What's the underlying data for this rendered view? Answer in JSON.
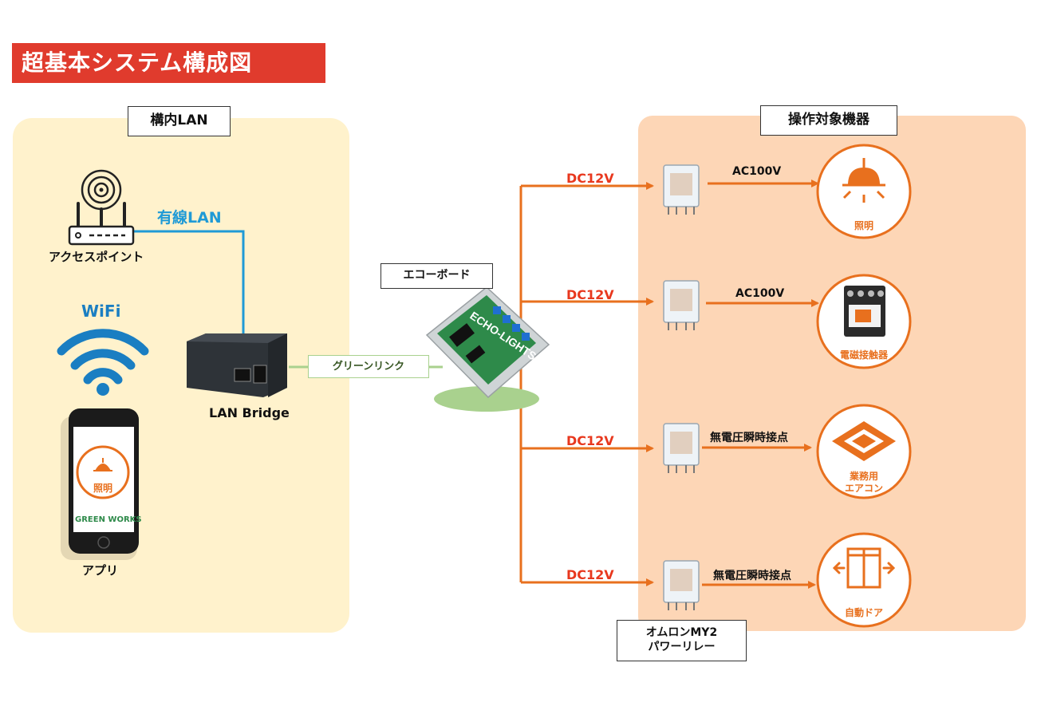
{
  "title": "超基本システム構成図",
  "zones": {
    "lan": "構内LAN",
    "devices": "操作対象機器"
  },
  "lan_side": {
    "wired_lan": "有線LAN",
    "access_point": "アクセスポイント",
    "wifi": "WiFi",
    "app": "アプリ",
    "app_screen_label": "照明",
    "app_brand": "GREEN WORKS",
    "lan_bridge": "LAN Bridge"
  },
  "center": {
    "green_link": "グリーンリンク",
    "echo_board": "エコーボード",
    "echo_board_print": "ECHO-LIGHTS"
  },
  "branches": [
    {
      "dc": "DC12V",
      "connection": "AC100V",
      "device": "照明",
      "device_line2": "",
      "icon": "pendant-lamp-icon"
    },
    {
      "dc": "DC12V",
      "connection": "AC100V",
      "device": "電磁接触器",
      "device_line2": "",
      "icon": "contactor-icon"
    },
    {
      "dc": "DC12V",
      "connection": "無電圧瞬時接点",
      "device": "業務用",
      "device_line2": "エアコン",
      "icon": "ceiling-aircon-icon"
    },
    {
      "dc": "DC12V",
      "connection": "無電圧瞬時接点",
      "device": "自動ドア",
      "device_line2": "",
      "icon": "automatic-door-icon"
    }
  ],
  "relay": {
    "line1": "オムロンMY2",
    "line2": "パワーリレー"
  },
  "colors": {
    "title_bg": "#e03b2d",
    "lan_zone": "#fff2cc",
    "device_zone": "#fdd6b6",
    "orange": "#e8701e",
    "dc_red": "#e8381e",
    "lan_blue": "#1f9ad6",
    "green_link": "#a9d18e"
  }
}
